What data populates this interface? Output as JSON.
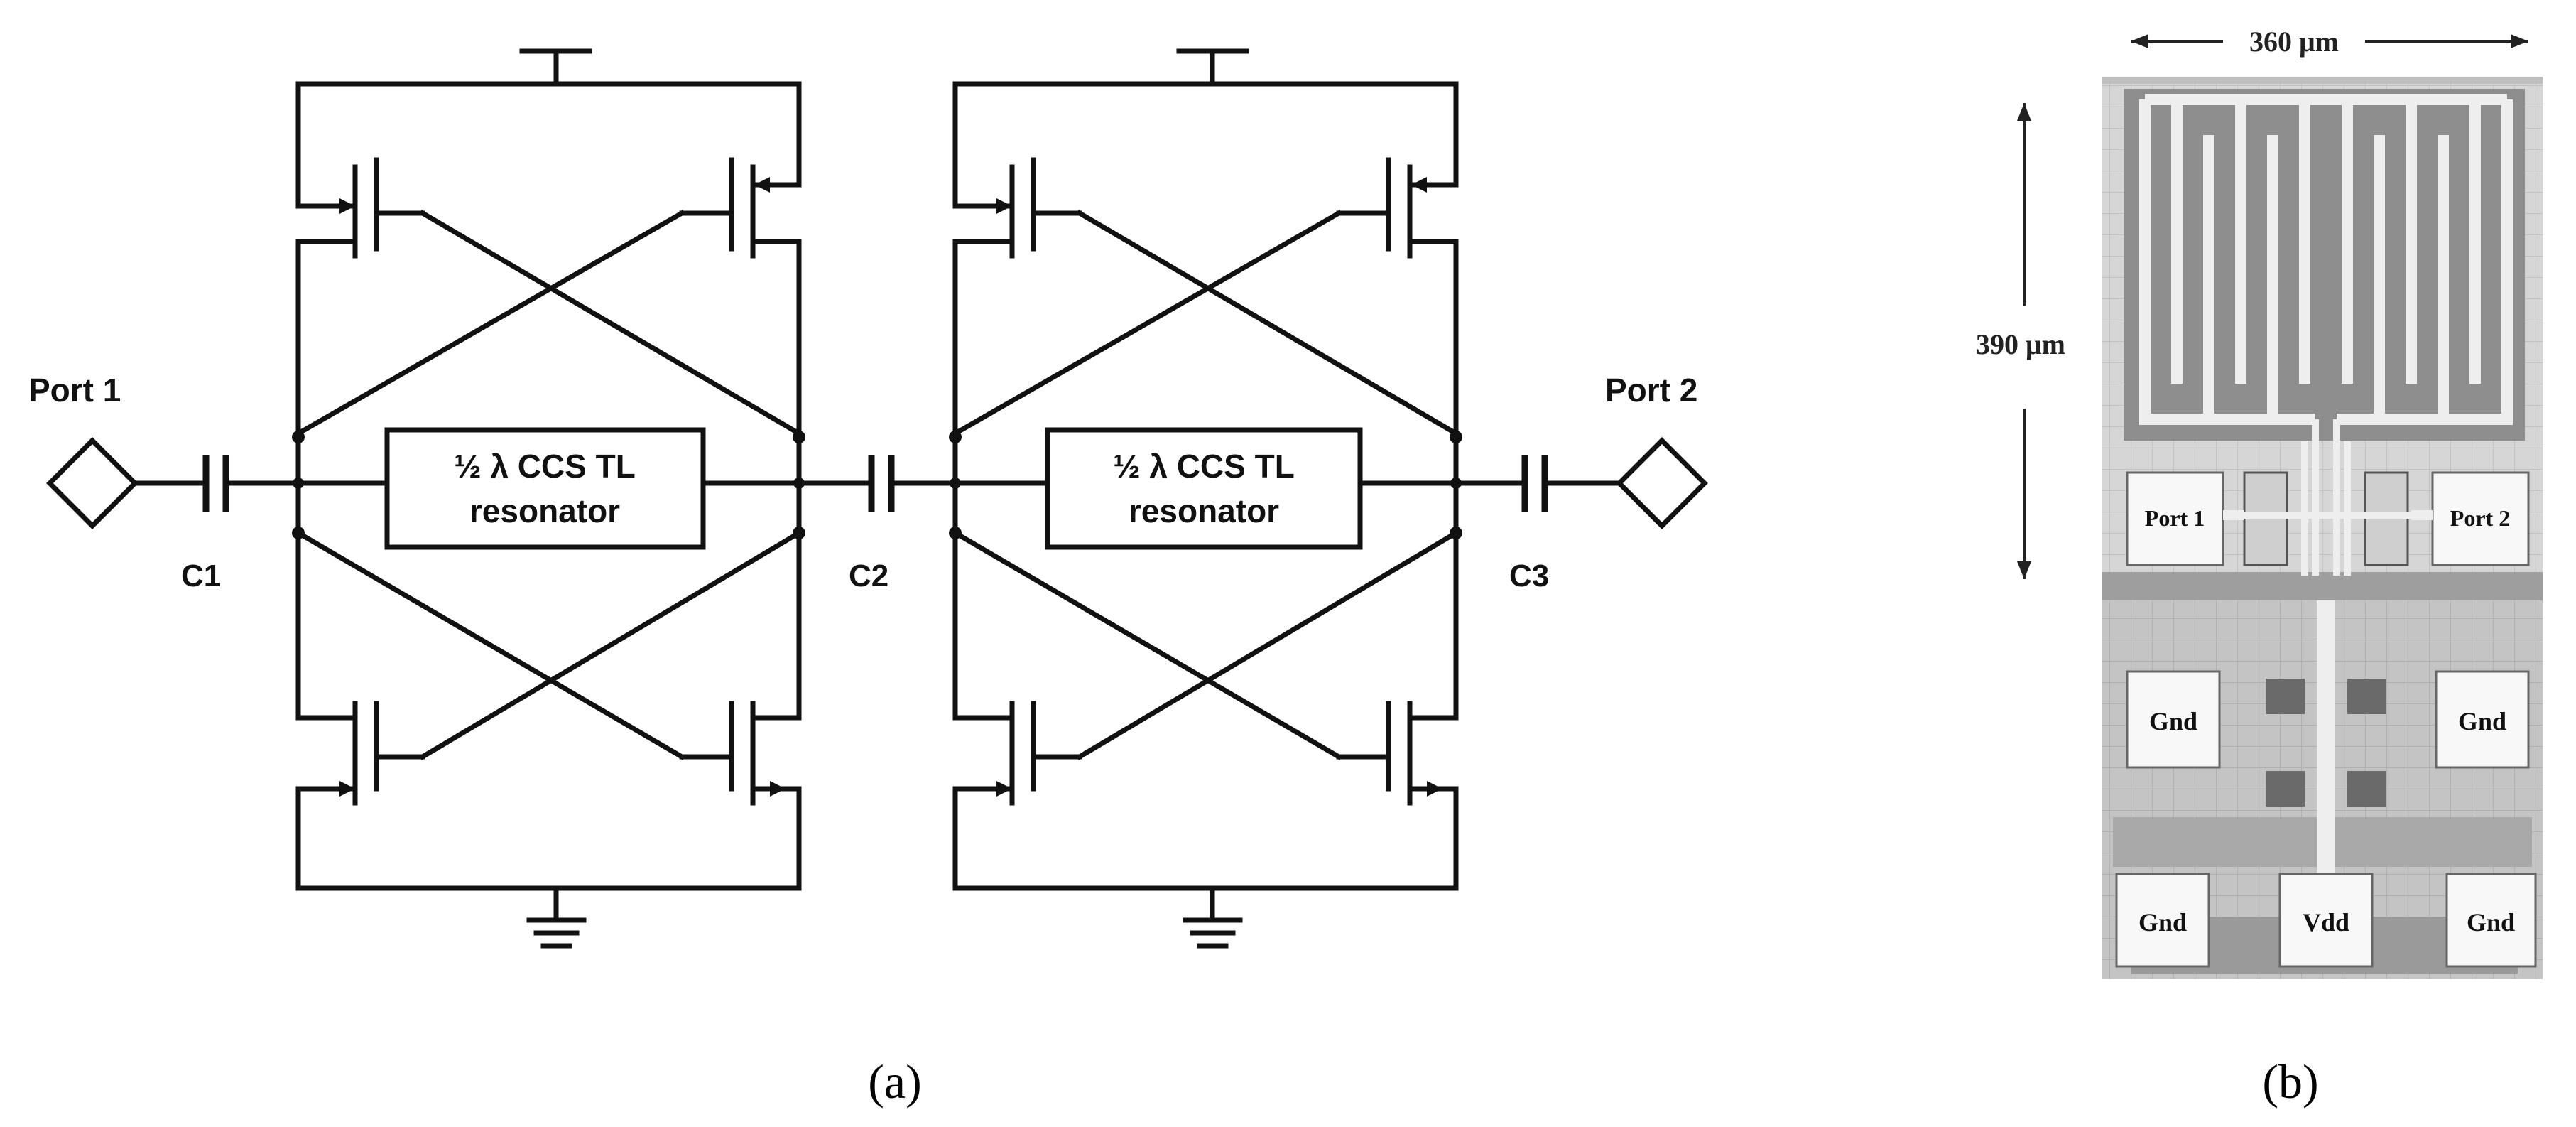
{
  "schematic": {
    "ports": [
      "Port 1",
      "Port 2"
    ],
    "capacitors": [
      "C1",
      "C2",
      "C3"
    ],
    "resonators": [
      {
        "line1": "½ λ CCS TL",
        "line2": "resonator"
      },
      {
        "line1": "½ λ CCS TL",
        "line2": "resonator"
      }
    ],
    "subfigure_label": "(a)"
  },
  "chip": {
    "width_label": "360 μm",
    "height_label": "390 μm",
    "pads": {
      "port1": "Port 1",
      "port2": "Port 2",
      "gnd_left": "Gnd",
      "gnd_right": "Gnd",
      "gnd_bottom_left": "Gnd",
      "vdd": "Vdd",
      "gnd_bottom_right": "Gnd"
    },
    "subfigure_label": "(b)"
  }
}
